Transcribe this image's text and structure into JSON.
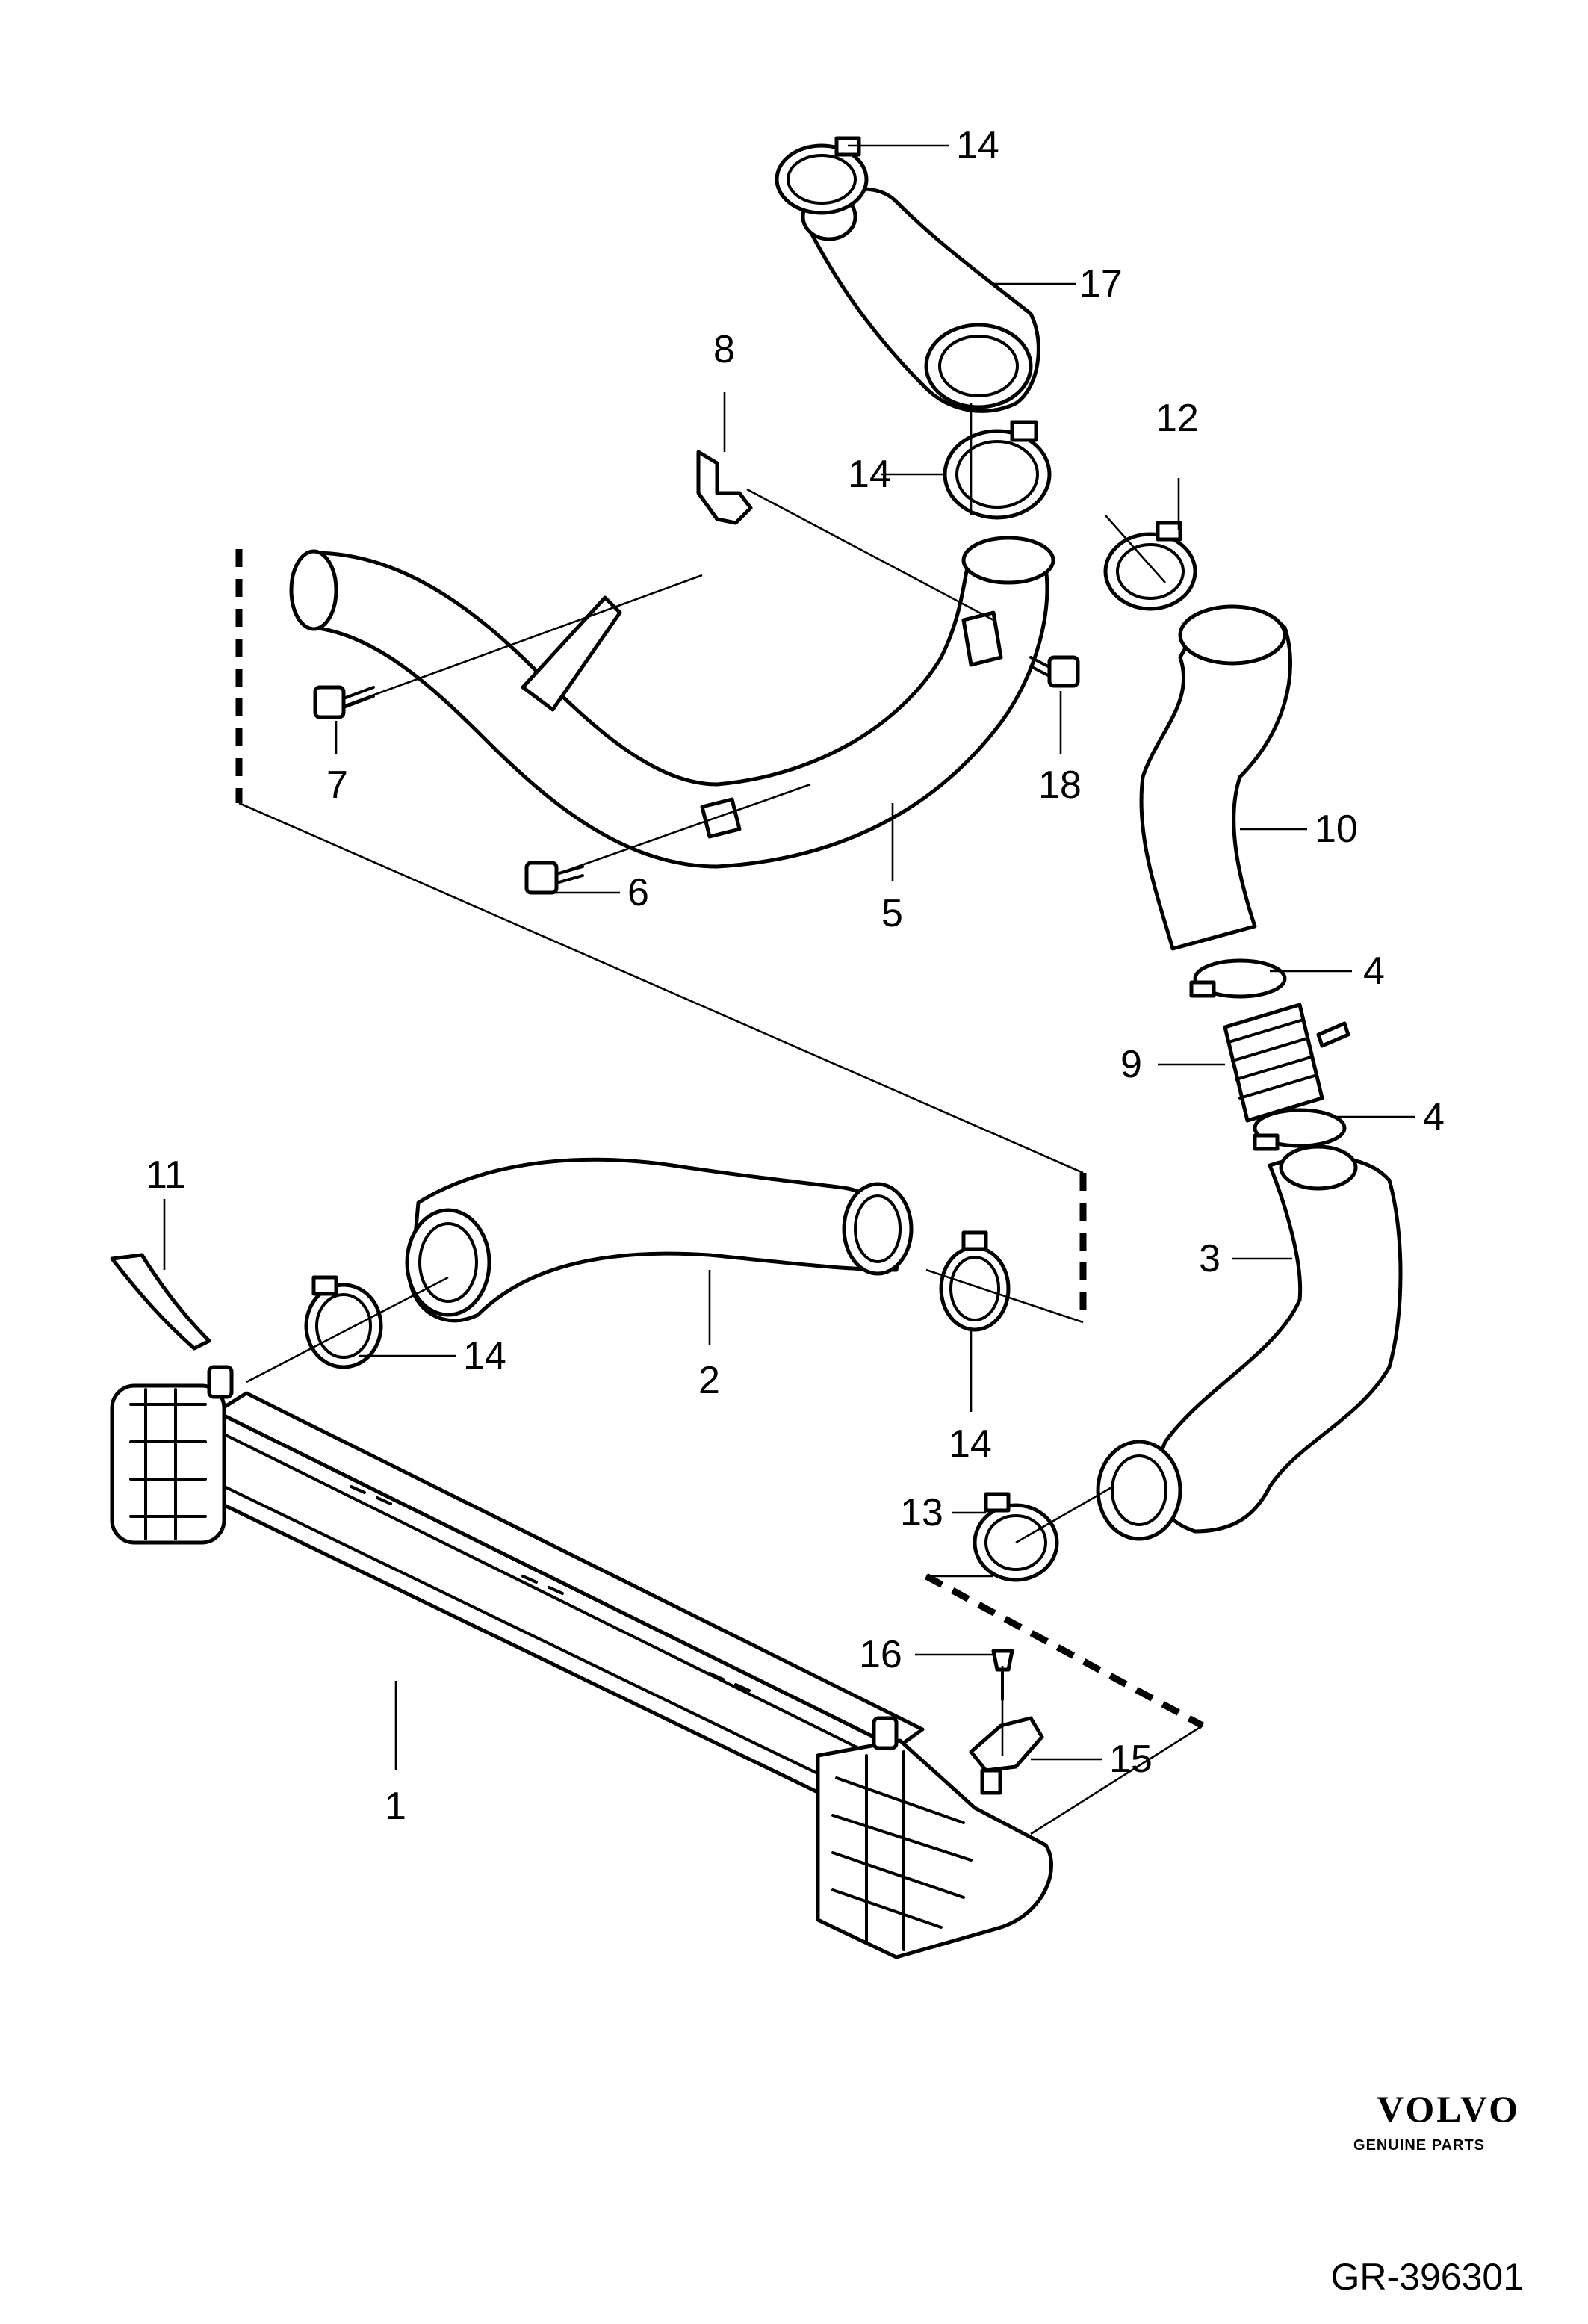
{
  "callouts": {
    "c1": "1",
    "c2": "2",
    "c3": "3",
    "c4a": "4",
    "c4b": "4",
    "c5": "5",
    "c6": "6",
    "c7": "7",
    "c8": "8",
    "c9": "9",
    "c10": "10",
    "c11": "11",
    "c12": "12",
    "c13": "13",
    "c14a": "14",
    "c14b": "14",
    "c14c": "14",
    "c14d": "14",
    "c15": "15",
    "c16": "16",
    "c17": "17",
    "c18": "18"
  },
  "footer": {
    "brand": "VOLVO",
    "brand_sub": "GENUINE PARTS",
    "reference": "GR-396301"
  }
}
